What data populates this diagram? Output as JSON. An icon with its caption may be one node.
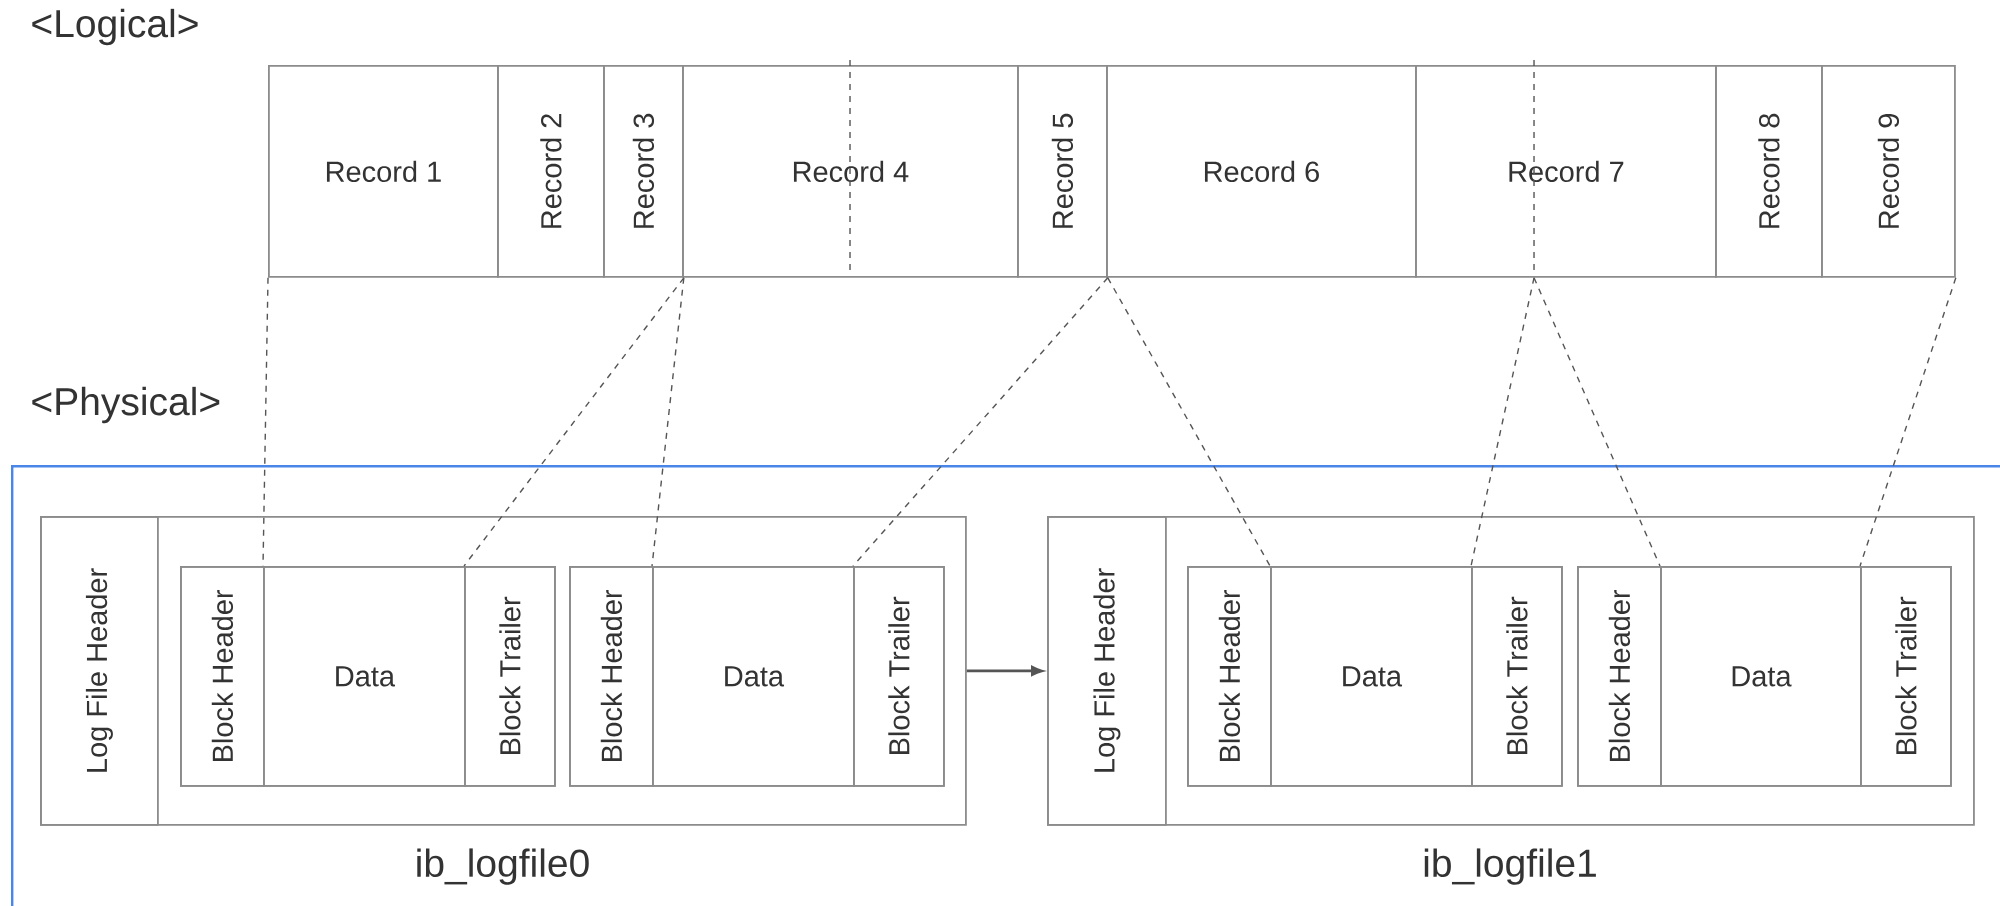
{
  "diagram": {
    "nodes": [
      {
        "text": [
          "Record 1"
        ]
      },
      {
        "text": [
          "Record 2"
        ]
      },
      {
        "text": [
          "Record 3"
        ]
      },
      {
        "text": [
          "Record 4"
        ]
      },
      {
        "text": [
          "Record 5"
        ]
      },
      {
        "text": [
          "Record 6"
        ]
      },
      {
        "text": [
          "Record 7"
        ]
      },
      {
        "text": [
          "Record 8"
        ]
      },
      {
        "text": [
          "Record 9"
        ]
      },
      {
        "text": [],
        "shape": "box"
      },
      {
        "text": [
          "ib_logfile0"
        ],
        "in": 9
      },
      {
        "text": [
          "Log File Header"
        ],
        "in": 10
      },
      {
        "text": [],
        "shape": "box",
        "in": 10
      },
      {
        "text": [
          "Block Header"
        ],
        "in": 12
      },
      {
        "text": [
          "Data"
        ],
        "in": 12
      },
      {
        "text": [
          "Block Trailer"
        ],
        "in": 12
      },
      {
        "text": [],
        "shape": "box",
        "in": 10
      },
      {
        "text": [
          "Block Header"
        ],
        "in": 16
      },
      {
        "text": [
          "Data"
        ],
        "in": 16
      },
      {
        "text": [
          "Block Trailer"
        ],
        "in": 16
      },
      {
        "text": [
          "ib_logfile1"
        ],
        "in": 9
      },
      {
        "text": [
          "Log File Header"
        ],
        "in": 20
      },
      {
        "text": [],
        "shape": "box",
        "in": 20
      },
      {
        "text": [
          "Block Header"
        ],
        "in": 22
      },
      {
        "text": [
          "Data"
        ],
        "in": 22
      },
      {
        "text": [
          "Block Trailer"
        ],
        "in": 22
      },
      {
        "text": [],
        "shape": "box",
        "in": 20
      },
      {
        "text": [
          "Block Header"
        ],
        "in": 26
      },
      {
        "text": [
          "Data"
        ],
        "in": 26
      },
      {
        "text": [
          "Block Trailer"
        ],
        "in": 26
      }
    ],
    "edges": [
      {
        "from": 10,
        "to": 20,
        "arrow": "to"
      },
      {
        "from": 0,
        "to": 14,
        "arrow": "none",
        "style": "dashed"
      },
      {
        "from": 2,
        "to": 15,
        "arrow": "none",
        "style": "dashed"
      },
      {
        "from": 2,
        "to": 18,
        "arrow": "none",
        "style": "dashed"
      },
      {
        "from": 4,
        "to": 19,
        "arrow": "none",
        "style": "dashed"
      },
      {
        "from": 4,
        "to": 24,
        "arrow": "none",
        "style": "dashed"
      },
      {
        "from": 6,
        "to": 25,
        "arrow": "none",
        "style": "dashed"
      },
      {
        "from": 6,
        "to": 28,
        "arrow": "none",
        "style": "dashed"
      },
      {
        "from": 8,
        "to": 29,
        "arrow": "none",
        "style": "dashed"
      }
    ],
    "labels": [
      "<Logical>",
      "<Physical>"
    ]
  }
}
